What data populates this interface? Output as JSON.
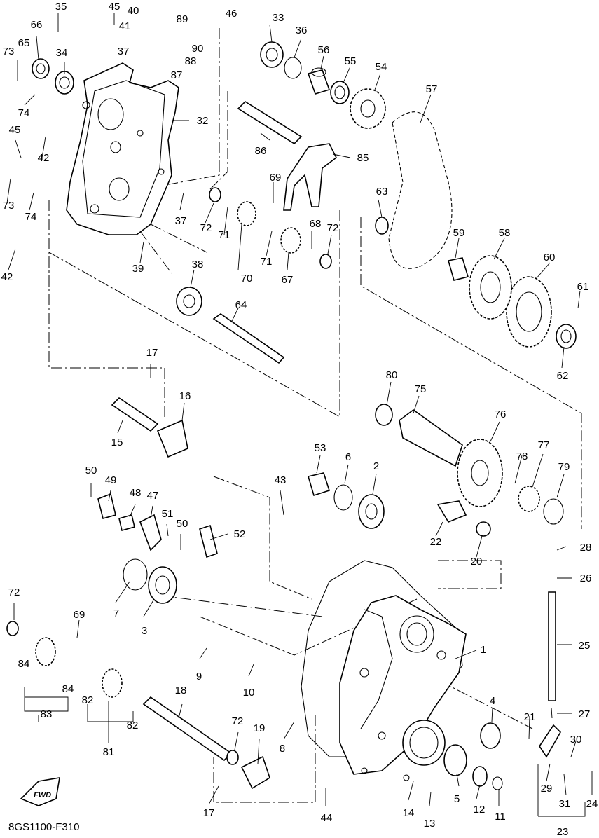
{
  "diagram": {
    "code": "8GS1100-F310",
    "fwd_label": "FWD",
    "callouts": [
      "1",
      "2",
      "3",
      "4",
      "5",
      "6",
      "7",
      "8",
      "9",
      "10",
      "11",
      "12",
      "13",
      "14",
      "15",
      "16",
      "17",
      "18",
      "19",
      "20",
      "21",
      "22",
      "23",
      "24",
      "25",
      "26",
      "27",
      "28",
      "29",
      "30",
      "31",
      "32",
      "33",
      "34",
      "35",
      "36",
      "37",
      "38",
      "39",
      "40",
      "41",
      "42",
      "43",
      "44",
      "45",
      "46",
      "47",
      "48",
      "49",
      "50",
      "51",
      "52",
      "53",
      "54",
      "55",
      "56",
      "57",
      "58",
      "59",
      "60",
      "61",
      "62",
      "63",
      "64",
      "65",
      "66",
      "67",
      "68",
      "69",
      "70",
      "71",
      "72",
      "73",
      "74",
      "75",
      "76",
      "77",
      "78",
      "79",
      "80",
      "81",
      "82",
      "83",
      "84",
      "85",
      "86",
      "87",
      "88",
      "89",
      "90"
    ]
  }
}
